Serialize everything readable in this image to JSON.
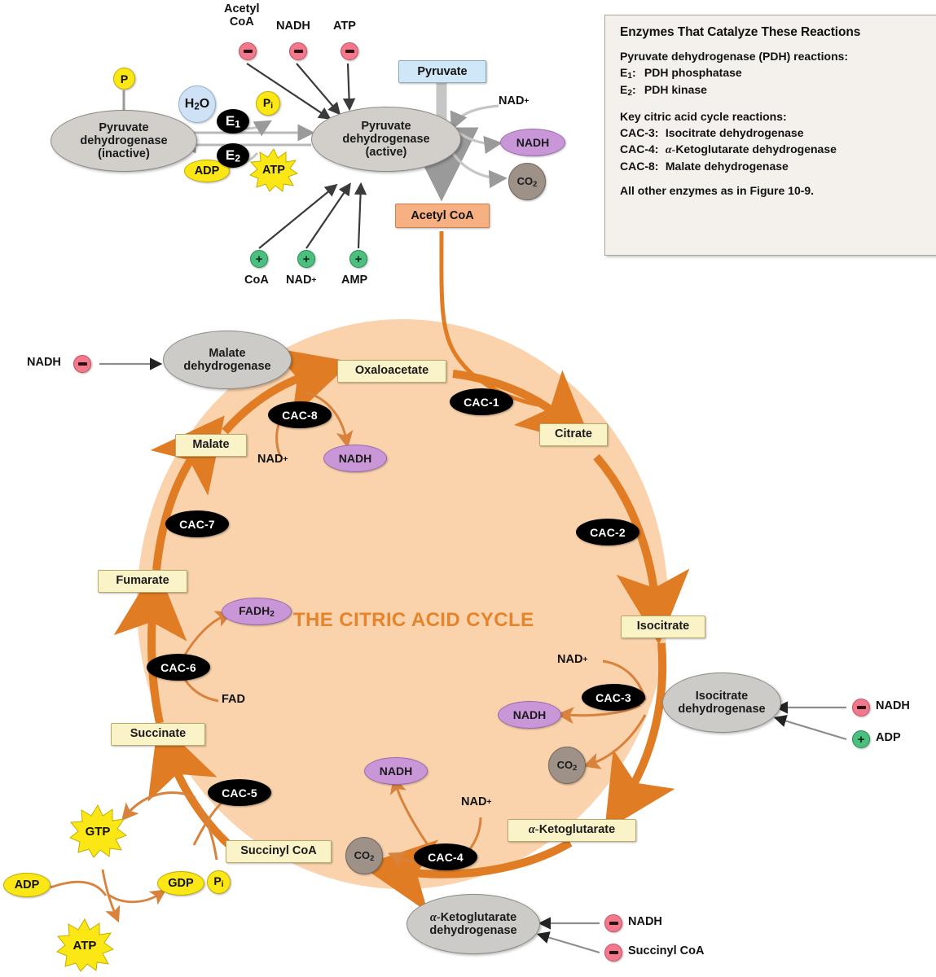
{
  "legend": {
    "title": "Enzymes That Catalyze These Reactions",
    "pdh_header": "Pyruvate dehydrogenase (PDH) reactions:",
    "pdh_e1_key": "E",
    "pdh_e1_sub": "1",
    "pdh_e1_val": "PDH phosphatase",
    "pdh_e2_key": "E",
    "pdh_e2_sub": "2",
    "pdh_e2_val": "PDH kinase",
    "cac_header": "Key citric acid cycle reactions:",
    "cac3_key": "CAC-3:",
    "cac3_val": "Isocitrate dehydrogenase",
    "cac4_key": "CAC-4:",
    "cac4_alpha": "α-",
    "cac4_val": "Ketoglutarate dehydrogenase",
    "cac8_key": "CAC-8:",
    "cac8_val": "Malate dehydrogenase",
    "footer": "All other enzymes as in Figure 10-9."
  },
  "pdh": {
    "inactive_line1": "Pyruvate",
    "inactive_line2": "dehydrogenase",
    "inactive_line3": "(inactive)",
    "active_line1": "Pyruvate",
    "active_line2": "dehydrogenase",
    "active_line3": "(active)",
    "phosphate_tag": "P",
    "water": "H",
    "water_sub": "2",
    "water_tail": "O",
    "pi": "P",
    "pi_sub": "i",
    "adp": "ADP",
    "atp_star": "ATP",
    "e1": "E",
    "e1_sub": "1",
    "e2": "E",
    "e2_sub": "2",
    "inhibitors": [
      {
        "label_top": "Acetyl",
        "label_bottom": "CoA"
      },
      {
        "label_top": "NADH",
        "label_bottom": ""
      },
      {
        "label_top": "ATP",
        "label_bottom": ""
      }
    ],
    "activators": [
      {
        "label": "CoA"
      },
      {
        "label": "NAD",
        "sup": "+"
      },
      {
        "label": "AMP"
      }
    ]
  },
  "pdh_reaction": {
    "pyruvate": "Pyruvate",
    "nad_plus": "NAD",
    "nad_plus_sup": "+",
    "nadh": "NADH",
    "co2": "CO",
    "co2_sub": "2",
    "acetyl_coa": "Acetyl CoA"
  },
  "cycle": {
    "title": "THE CITRIC ACID CYCLE",
    "metabolites": [
      {
        "name": "Oxaloacetate"
      },
      {
        "name": "Citrate"
      },
      {
        "name": "Isocitrate"
      },
      {
        "name": "Ketoglutarate",
        "alpha": "α-"
      },
      {
        "name": "Succinyl CoA"
      },
      {
        "name": "Succinate"
      },
      {
        "name": "Fumarate"
      },
      {
        "name": "Malate"
      }
    ],
    "steps": [
      {
        "label": "CAC-1"
      },
      {
        "label": "CAC-2"
      },
      {
        "label": "CAC-3"
      },
      {
        "label": "CAC-4"
      },
      {
        "label": "CAC-5"
      },
      {
        "label": "CAC-6"
      },
      {
        "label": "CAC-7"
      },
      {
        "label": "CAC-8"
      }
    ],
    "cofactors": {
      "nad_plus": "NAD",
      "nad_plus_sup": "+",
      "nadh": "NADH",
      "fad": "FAD",
      "fadh2": "FADH",
      "fadh2_sub": "2",
      "co2": "CO",
      "co2_sub": "2"
    }
  },
  "enzymes": {
    "malate_dh_l1": "Malate",
    "malate_dh_l2": "dehydrogenase",
    "isocitrate_dh_l1": "Isocitrate",
    "isocitrate_dh_l2": "dehydrogenase",
    "akg_dh_alpha": "α-",
    "akg_dh_l1": "Ketoglutarate",
    "akg_dh_l2": "dehydrogenase"
  },
  "regulators": {
    "malate_dh_neg": "NADH",
    "isocitrate_dh_neg": "NADH",
    "isocitrate_dh_pos": "ADP",
    "akg_dh_neg1": "NADH",
    "akg_dh_neg2": "Succinyl CoA"
  },
  "substrate_level": {
    "gtp": "GTP",
    "atp": "ATP",
    "adp": "ADP",
    "gdp": "GDP",
    "pi": "P",
    "pi_sub": "i"
  },
  "colors": {
    "cycle_fill": "#fad3ad",
    "cycle_arrow": "#e07c24",
    "metabolite_box": "#fbf3c8",
    "acetyl_coa_box": "#f6b081",
    "pyruvate_box": "#cfe7f7",
    "nadh_oval": "#c997d8",
    "co2_circle": "#9e9288",
    "enzyme_oval": "#d2cfca",
    "negative_marker": "#f2798b",
    "positive_marker": "#4bbf7e",
    "yellow": "#fbe616",
    "title_orange": "#e5842a"
  }
}
